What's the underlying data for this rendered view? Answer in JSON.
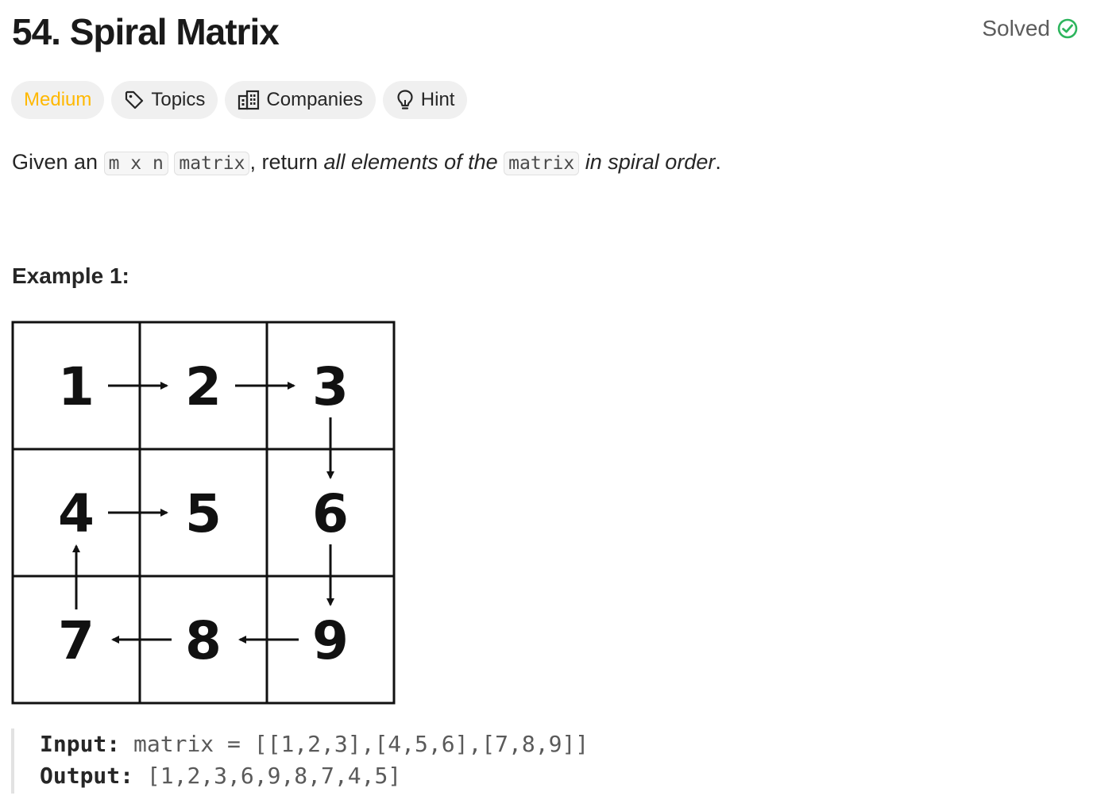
{
  "problem": {
    "title": "54. Spiral Matrix",
    "status": "Solved",
    "status_color": "#2db55d",
    "difficulty": "Medium",
    "difficulty_color": "#ffb800"
  },
  "tags": {
    "topics": "Topics",
    "companies": "Companies",
    "hint": "Hint"
  },
  "description": {
    "part1": "Given an",
    "code1": "m x n",
    "code2": "matrix",
    "part2": ", return",
    "italic1": "all elements of the",
    "code3": "matrix",
    "italic2": "in spiral order",
    "part3": "."
  },
  "example1": {
    "title": "Example 1:",
    "matrix": [
      [
        "1",
        "2",
        "3"
      ],
      [
        "4",
        "5",
        "6"
      ],
      [
        "7",
        "8",
        "9"
      ]
    ],
    "input_label": "Input:",
    "input_value": "matrix = [[1,2,3],[4,5,6],[7,8,9]]",
    "output_label": "Output:",
    "output_value": "[1,2,3,6,9,8,7,4,5]"
  }
}
